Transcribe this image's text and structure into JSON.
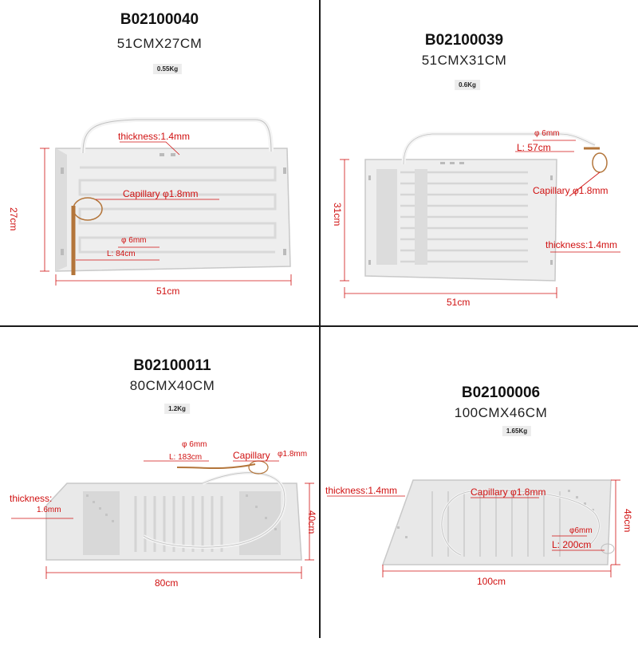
{
  "products": [
    {
      "code": "B02100040",
      "dimensions": "51CMX27CM",
      "weight": "0.55Kg",
      "annotations": {
        "thickness": "thickness:1.4mm",
        "capillary": "Capillary φ1.8mm",
        "diameter": "φ 6mm",
        "length": "L: 84cm"
      },
      "width_label": "51cm",
      "height_label": "27cm"
    },
    {
      "code": "B02100039",
      "dimensions": "51CMX31CM",
      "weight": "0.6Kg",
      "annotations": {
        "diameter": "φ 6mm",
        "length": "L: 57cm",
        "capillary": "Capillary φ1.8mm",
        "thickness": "thickness:1.4mm"
      },
      "width_label": "51cm",
      "height_label": "31cm"
    },
    {
      "code": "B02100011",
      "dimensions": "80CMX40CM",
      "weight": "1.2Kg",
      "annotations": {
        "diameter": "φ 6mm",
        "length": "L: 183cm",
        "capillary": "Capillary",
        "capillary_size": "φ1.8mm",
        "thickness": "thickness:",
        "thickness_value": "1.6mm"
      },
      "width_label": "80cm",
      "height_label": "40cm"
    },
    {
      "code": "B02100006",
      "dimensions": "100CMX46CM",
      "weight": "1.65Kg",
      "annotations": {
        "thickness": "thickness:1.4mm",
        "capillary": "Capillary φ1.8mm",
        "diameter": "φ6mm",
        "length": "L: 200cm"
      },
      "width_label": "100cm",
      "height_label": "46cm"
    }
  ]
}
